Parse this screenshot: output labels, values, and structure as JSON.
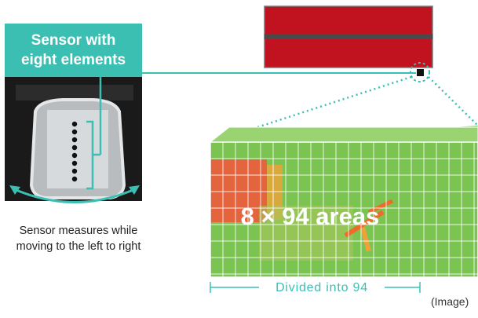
{
  "sensor_label": {
    "line1": "Sensor with",
    "line2": "eight elements"
  },
  "caption": {
    "line1": "Sensor measures while",
    "line2": "moving to the left to right"
  },
  "grid_label": "8 × 94 areas",
  "divided_label": "Divided into 94",
  "image_note": "(Image)",
  "colors": {
    "teal": "#3cbfb3",
    "red_panel": "#c1121f",
    "grid_green": "#7cc452"
  }
}
